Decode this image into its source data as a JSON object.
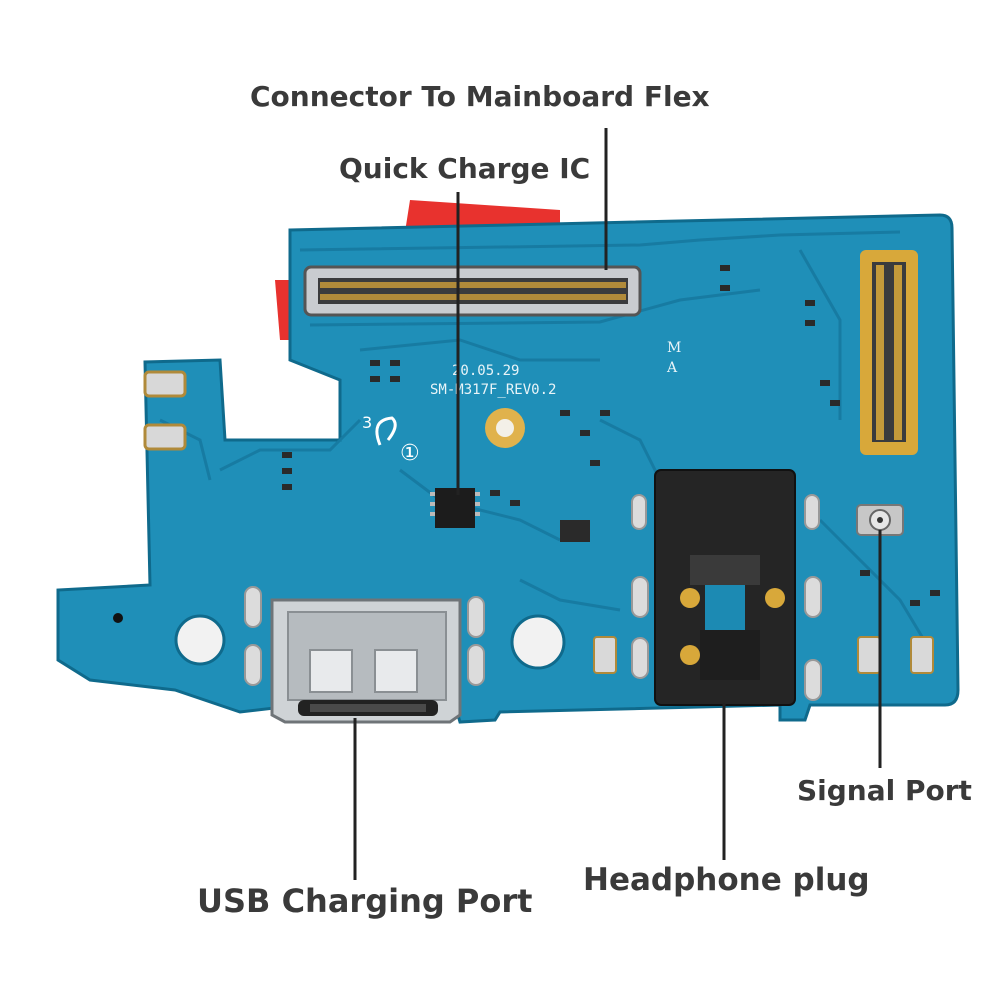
{
  "labels": {
    "connector": "Connector To Mainboard Flex",
    "quick_charge": "Quick Charge IC",
    "usb_port": "USB Charging Port",
    "headphone": "Headphone plug",
    "signal_port": "Signal Port"
  },
  "silkscreen": {
    "date": "20.05.29",
    "model": "SM-M317F_REV0.2",
    "ma_mark_m": "M",
    "ma_mark_a": "A",
    "three": "3",
    "circle_one": "①"
  },
  "colors": {
    "pcb": "#1f8fb8",
    "pcb_dark": "#157aa0",
    "label_text": "#3a3a3a",
    "leader_line": "#222222",
    "ribbon": "#e8322e",
    "gold": "#d8a83a"
  },
  "icons": {
    "usb_port": "usb-c-connector",
    "headphone_jack": "audio-jack",
    "signal_port": "coax-connector",
    "mainboard_connector": "board-to-board-connector",
    "ic": "qfn-chip"
  }
}
